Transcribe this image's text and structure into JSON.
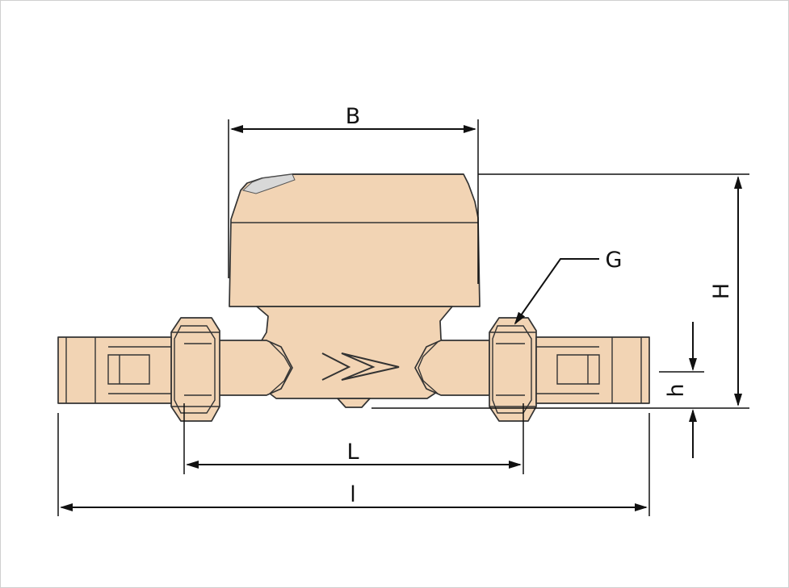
{
  "diagram": {
    "colors": {
      "body": "#f2d4b4",
      "outline": "#333333",
      "dimension": "#111111",
      "shade": "#d8d8d8"
    },
    "labels": {
      "B": "B",
      "G": "G",
      "H": "H",
      "h": "h",
      "L": "L",
      "l": "l"
    }
  }
}
